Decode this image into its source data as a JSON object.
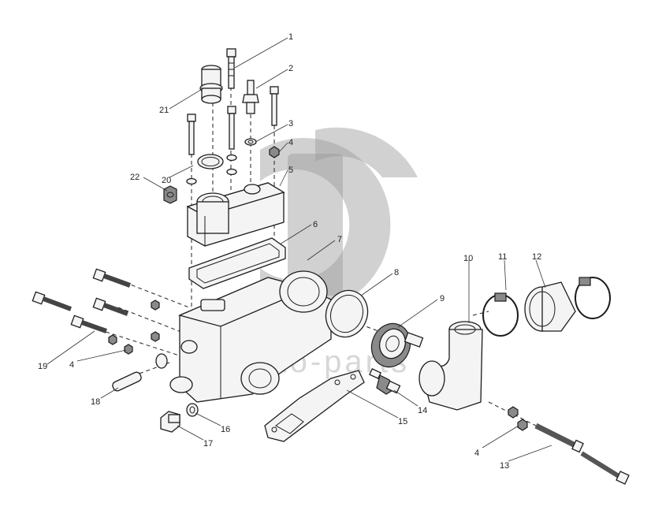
{
  "diagram": {
    "watermark_text": "auto-parts",
    "callouts": [
      "1",
      "2",
      "3",
      "4",
      "5",
      "6",
      "7",
      "8",
      "9",
      "10",
      "11",
      "12",
      "4",
      "13",
      "14",
      "15",
      "16",
      "17",
      "18",
      "4",
      "19",
      "20",
      "21",
      "22"
    ]
  },
  "colors": {
    "line": "#1c1c1c",
    "fill": "#f4f4f4",
    "watermark": "#9a9a9a"
  }
}
